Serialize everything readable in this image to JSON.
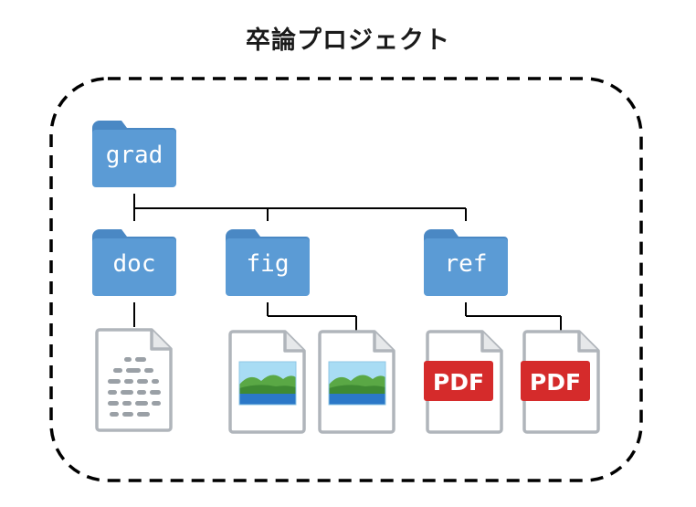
{
  "title": "卒論プロジェクト",
  "tree": {
    "root": {
      "label": "grad",
      "icon": "folder-icon"
    },
    "folders": [
      {
        "label": "doc",
        "icon": "folder-icon"
      },
      {
        "label": "fig",
        "icon": "folder-icon"
      },
      {
        "label": "ref",
        "icon": "folder-icon"
      }
    ],
    "files": {
      "doc": [
        {
          "type": "text-document",
          "icon": "text-document-icon"
        }
      ],
      "fig": [
        {
          "type": "image",
          "icon": "image-file-icon"
        },
        {
          "type": "image",
          "icon": "image-file-icon"
        }
      ],
      "ref": [
        {
          "type": "pdf",
          "icon": "pdf-file-icon",
          "badge": "PDF"
        },
        {
          "type": "pdf",
          "icon": "pdf-file-icon",
          "badge": "PDF"
        }
      ]
    }
  },
  "colors": {
    "folder": "#5b9bd5",
    "folder_tab": "#4a88c4",
    "file_outline": "#b0b5bb",
    "pdf_badge": "#d52b2b",
    "line": "#000000"
  }
}
